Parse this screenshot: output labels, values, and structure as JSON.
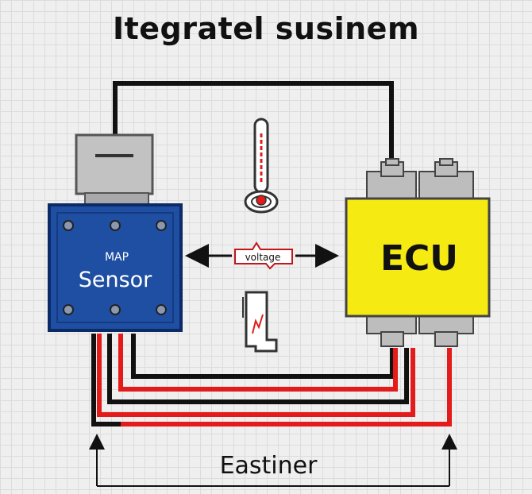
{
  "title": "Itegratel susinem",
  "sensor": {
    "line1": "MAP",
    "line2": "Sensor"
  },
  "ecu": {
    "label": "ECU"
  },
  "signal": {
    "label": "voltage"
  },
  "bottom": {
    "label": "Eastiner"
  },
  "colors": {
    "sensor_body": "#1f4fa3",
    "ecu_body": "#f5ea12",
    "wire_red": "#e31b1b",
    "wire_black": "#111111",
    "connector": "#bdbdbd"
  }
}
